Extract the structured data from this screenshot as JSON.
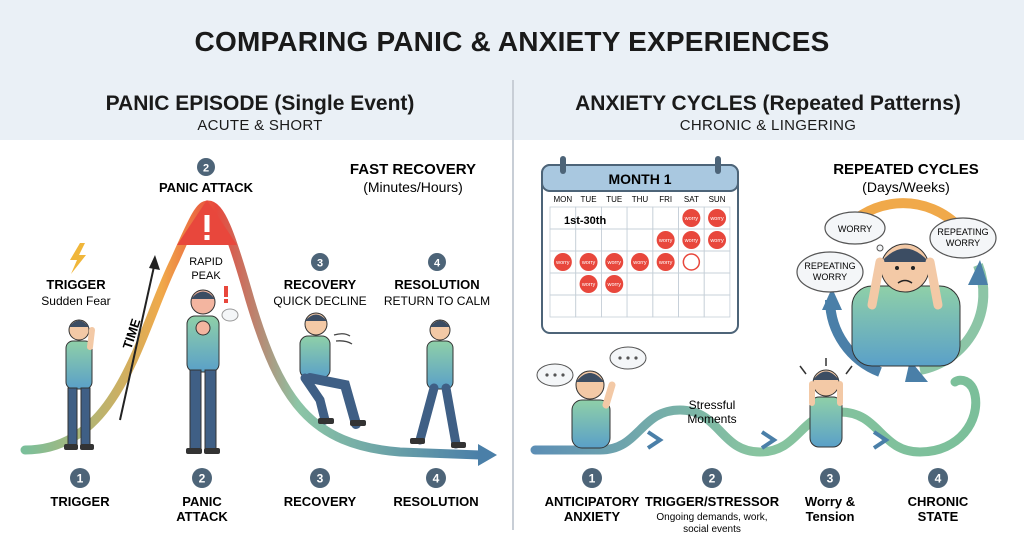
{
  "title": "COMPARING PANIC & ANXIETY EXPERIENCES",
  "panic": {
    "heading": "PANIC EPISODE (Single Event)",
    "subheading": "ACUTE & SHORT",
    "time_label": "TIME",
    "fast_recovery": {
      "title": "FAST RECOVERY",
      "sub": "(Minutes/Hours)"
    },
    "stages": [
      {
        "num": "1",
        "title": "TRIGGER",
        "sub": "Sudden Fear",
        "bottom_line1": "TRIGGER",
        "bottom_line2": ""
      },
      {
        "num": "2",
        "title": "PANIC ATTACK",
        "peak_line1": "RAPID",
        "peak_line2": "PEAK",
        "bottom_line1": "PANIC",
        "bottom_line2": "ATTACK"
      },
      {
        "num": "3",
        "title": "RECOVERY",
        "sub": "QUICK DECLINE",
        "bottom_line1": "RECOVERY",
        "bottom_line2": ""
      },
      {
        "num": "4",
        "title": "RESOLUTION",
        "sub": "RETURN TO CALM",
        "bottom_line1": "RESOLUTION",
        "bottom_line2": ""
      }
    ]
  },
  "anxiety": {
    "heading": "ANXIETY CYCLES (Repeated Patterns)",
    "subheading": "CHRONIC & LINGERING",
    "calendar": {
      "title": "MONTH 1",
      "days": [
        "MON",
        "TUE",
        "TUE",
        "THU",
        "FRI",
        "SAT",
        "SUN"
      ],
      "range_label": "1st-30th",
      "worry_label": "worry"
    },
    "repeated": {
      "title": "REPEATED CYCLES",
      "sub": "(Days/Weeks)"
    },
    "bubbles": {
      "worry": "WORRY",
      "repeating_left_1": "REPEATING",
      "repeating_left_2": "WORRY",
      "repeating_right_1": "REPEATING",
      "repeating_right_2": "WORRY"
    },
    "stressful_1": "Stressful",
    "stressful_2": "Moments",
    "stages": [
      {
        "num": "1",
        "line1": "ANTICIPATORY",
        "line2": "ANXIETY"
      },
      {
        "num": "2",
        "line1": "TRIGGER/STRESSOR",
        "sub1": "Ongoing demands, work,",
        "sub2": "social events"
      },
      {
        "num": "3",
        "line1": "Worry &",
        "line2": "Tension"
      },
      {
        "num": "4",
        "line1": "CHRONIC",
        "line2": "STATE"
      }
    ]
  },
  "colors": {
    "accent_red": "#e8473c",
    "wave_green": "#7bbf9a",
    "wave_blue": "#4a7fa8",
    "badge_slate": "#4d6478",
    "panel_bg": "#eaf0f6"
  }
}
